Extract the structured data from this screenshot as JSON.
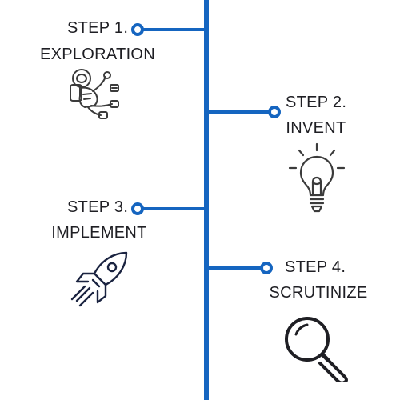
{
  "steps": [
    {
      "heading": "STEP 1.",
      "name": "EXPLORATION",
      "icon": "astronaut-icon"
    },
    {
      "heading": "STEP 2.",
      "name": "INVENT",
      "icon": "lightbulb-icon"
    },
    {
      "heading": "STEP 3.",
      "name": "IMPLEMENT",
      "icon": "rocket-icon"
    },
    {
      "heading": "STEP 4.",
      "name": "SCRUTINIZE",
      "icon": "magnifier-icon"
    }
  ],
  "colors": {
    "line": "#1565c0",
    "text": "#1f1f24",
    "icon_light": "#3b3b3b",
    "icon_dark": "#1a2340"
  }
}
